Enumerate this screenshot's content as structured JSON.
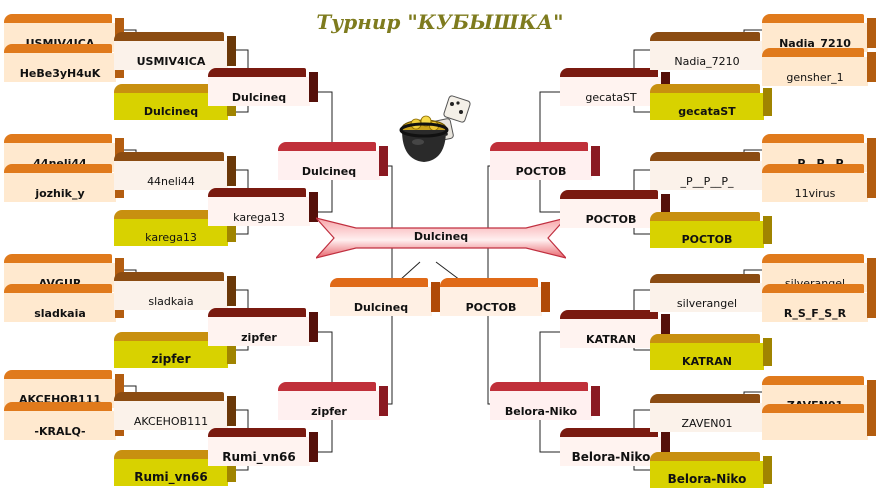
{
  "title": "Турнир \"КУБЫШКА\"",
  "colors": {
    "orange": "#e07a1c",
    "orange_face": "#ffe9cf",
    "brown": "#8b4c12",
    "brown_face": "#fbf2ea",
    "olive": "#d8d200",
    "olive_top": "#c89010",
    "darkred": "#7a1a10",
    "darkred_face": "#fff3f0",
    "red": "#c0303a",
    "red_face": "#fff0f0",
    "line": "#222222"
  },
  "bracket": {
    "round1_left": [
      "USMIV4ICA",
      "HeBe3yH4uK",
      "44neli44",
      "jozhik_y",
      "AVGUR",
      "sladkaia",
      "AKCEHOB111",
      "-KRALQ-"
    ],
    "round2_left": [
      "USMIV4ICA",
      "Dulcineq",
      "44neli44",
      "karega13",
      "sladkaia",
      "zipfer",
      "AKCEHOB111",
      "Rumi_vn66"
    ],
    "round3_left": [
      "Dulcineq",
      "karega13",
      "zipfer",
      "Rumi_vn66"
    ],
    "round4_left": [
      "Dulcineq",
      "zipfer"
    ],
    "semifinal_left": "Dulcineq",
    "champion": "Dulcineq",
    "semifinal_right": "РОСТОВ",
    "round4_right": [
      "РОСТОВ",
      "Belora-Niko"
    ],
    "round3_right": [
      "gecataST",
      "РОСТОВ",
      "KATRAN",
      "Belora-Niko"
    ],
    "round2_right": [
      "Nadia_7210",
      "gecataST",
      "_P__P__P_",
      "РОСТОВ",
      "silverangel",
      "KATRAN",
      "ZAVEN01",
      "Belora-Niko"
    ],
    "round1_right": [
      "Nadia_7210",
      "gensher_1",
      "__P__P__P",
      "11virus",
      "silverangel",
      "R_S_F_S_R",
      "ZAVEN01",
      ""
    ]
  },
  "icons": {
    "center": "pot-of-gold-with-dice-icon"
  }
}
